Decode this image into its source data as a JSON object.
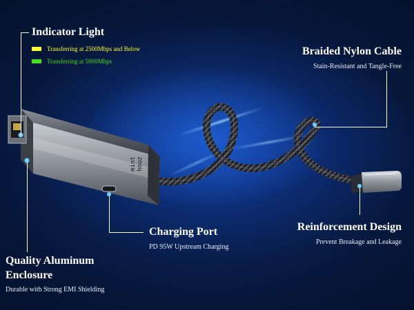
{
  "labels": {
    "indicator_light": {
      "title": "Indicator Light",
      "items": [
        {
          "text": "Transferring at 2500Mbps and Below",
          "color": "#ffff33"
        },
        {
          "text": "Transferring at 5000Mbps",
          "color": "#44dd22"
        }
      ]
    },
    "braided_cable": {
      "title": "Braided Nylon Cable",
      "subtitle": "Stain-Resistant and Tangle-Free"
    },
    "charging_port": {
      "title": "Charging Port",
      "subtitle": "PD 95W Upstream Charging"
    },
    "reinforcement": {
      "title": "Reinforcement Design",
      "subtitle": "Prevent Breakage and Leakage"
    },
    "enclosure": {
      "title_line1": "Quality Aluminum",
      "title_line2": "Enclosure",
      "subtitle": "Durable with Strong EMI Shielding"
    }
  },
  "product": {
    "brand": "mint houz"
  },
  "colors": {
    "accent_glow": "#3a8dff",
    "background": "#06122a"
  }
}
